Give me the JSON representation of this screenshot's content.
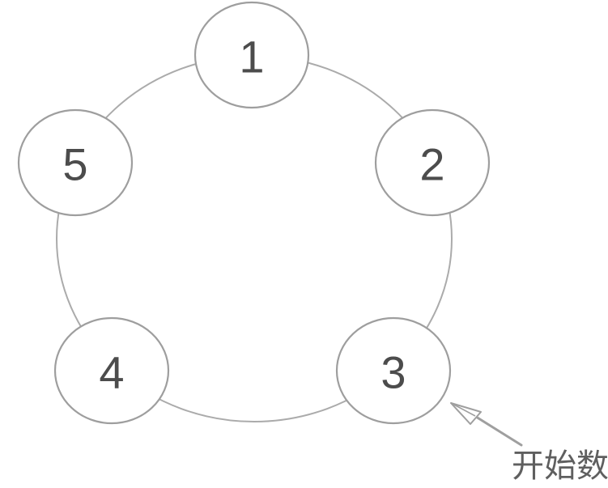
{
  "diagram": {
    "type": "counting-circle",
    "node_count": 5
  },
  "nodes": [
    {
      "label": "1"
    },
    {
      "label": "2"
    },
    {
      "label": "3"
    },
    {
      "label": "4"
    },
    {
      "label": "5"
    }
  ],
  "annotation": {
    "label": "开始数",
    "points_to_node": "3"
  },
  "colors": {
    "background": "#ffffff",
    "ring_stroke": "#ababab",
    "node_stroke": "#9e9e9e",
    "node_fill": "#ffffff",
    "digit_text": "#4c4c4c",
    "arrow": "#9f9f9f",
    "annotation_text": "#5f5f5f"
  }
}
